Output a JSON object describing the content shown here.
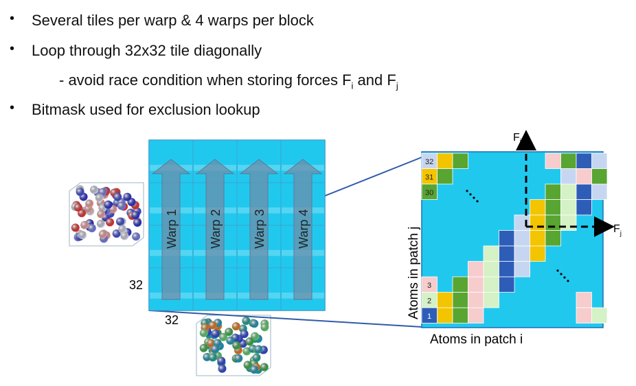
{
  "bullets": [
    {
      "text": "Several tiles per warp & 4 warps per block"
    },
    {
      "text": "Loop through 32x32 tile diagonally"
    },
    {
      "text_before": "- avoid race condition when storing forces F",
      "sub1": "i",
      "mid": " and F",
      "sub2": "j"
    },
    {
      "text": "Bitmask used for exclusion lookup"
    }
  ],
  "left_tile": {
    "warps": [
      "Warp 1",
      "Warp 2",
      "Warp 3",
      "Warp 4"
    ],
    "side_label": "32",
    "bottom_label": "32"
  },
  "right_tile": {
    "y_axis_label": "Atoms in patch j",
    "x_axis_label": "Atoms in patch i",
    "top_row_numbers": [
      "32",
      "31",
      "30"
    ],
    "bottom_row_numbers": [
      "3",
      "2",
      "1"
    ],
    "force_i_label": "F",
    "force_i_sub": "i",
    "force_j_label": "F",
    "force_j_sub": "j"
  },
  "colors": {
    "cyan": "#21C8EE",
    "cyan_light": "#7FE0F6",
    "blue": "#2E5DB8",
    "yellow": "#F3C400",
    "green": "#58A532",
    "light_green": "#D5F1C6",
    "pink": "#F6CCCC",
    "light_blue": "#C7D6F0",
    "connector": "#2F5BAA"
  }
}
